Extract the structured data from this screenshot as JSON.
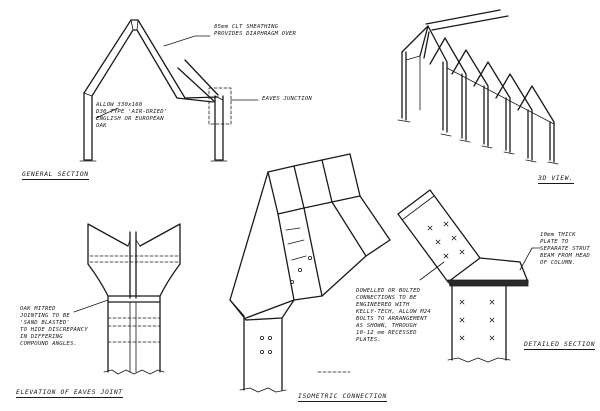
{
  "titles": {
    "general_section": "GENERAL SECTION",
    "view_3d": "3D VIEW.",
    "elevation": "ELEVATION OF EAVES JOINT",
    "isometric": "ISOMETRIC CONNECTION",
    "detailed_section": "DETAILED SECTION"
  },
  "notes": {
    "clt": "85mm CLT SHEATHING\nPROVIDES DIAPHRAGM OVER",
    "eaves_junction": "EAVES JUNCTION",
    "member": "ALLOW 330x160\nD30 TYPE 'AIR-DRIED'\nENGLISH OR EUROPEAN\nOAK",
    "mitred": "OAK MITRED\nJOINTING TO BE\n'SAND BLASTED'\nTO HIDE DISCREPANCY\nIN DIFFERING\nCOMPOUND ANGLES.",
    "dowelled": "DOWELLED OR BOLTED\nCONNECTIONS TO BE\nENGINEERED WITH\nKELLY-TECH, ALLOW M24\nBOLTS TO ARRANGEMENT\nAS SHOWN, THROUGH\n10-12 mm RECESSED\nPLATES.",
    "plate": "10mm THICK\nPLATE TO\nSEPARATE STRUT\nBEAM FROM HEAD\nOF COLUMN."
  }
}
